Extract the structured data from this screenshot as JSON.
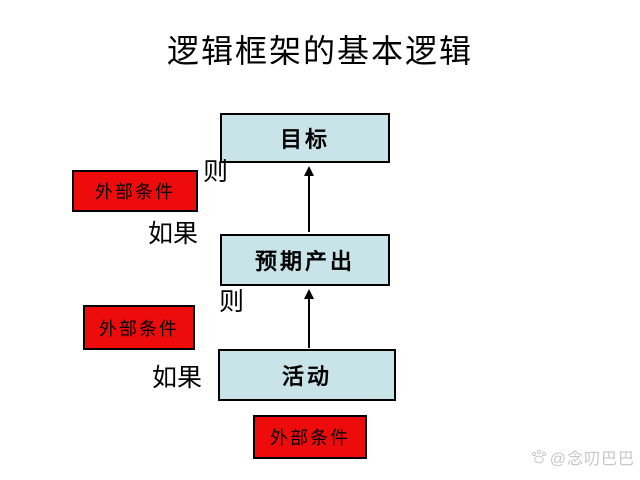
{
  "title": "逻辑框架的基本逻辑",
  "flow_boxes": [
    {
      "id": "goal",
      "label": "目标"
    },
    {
      "id": "expected-output",
      "label": "预期产出"
    },
    {
      "id": "activity",
      "label": "活动"
    }
  ],
  "condition_boxes": [
    {
      "label": "外部条件"
    },
    {
      "label": "外部条件"
    },
    {
      "label": "外部条件"
    }
  ],
  "connector_labels": [
    {
      "text": "则"
    },
    {
      "text": "如果"
    },
    {
      "text": "则"
    },
    {
      "text": "如果"
    }
  ],
  "arrows": [
    {
      "from": "expected-output",
      "to": "goal",
      "direction": "up"
    },
    {
      "from": "activity",
      "to": "expected-output",
      "direction": "up"
    }
  ],
  "watermark": {
    "icon": "paw-logo",
    "text": "@念叨巴巴"
  },
  "colors": {
    "background": "#ffffff",
    "flow_box_fill": "#c8e4e8",
    "condition_box_fill": "#ee0b0b",
    "border": "#000000",
    "text": "#000000",
    "watermark": "#c6c6c6"
  }
}
